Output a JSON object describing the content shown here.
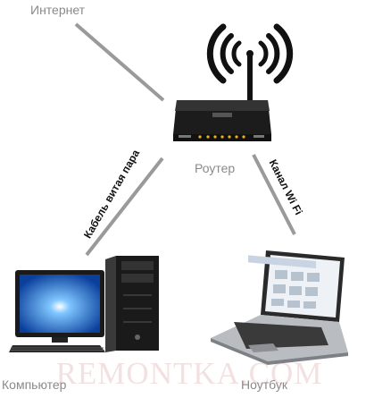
{
  "labels": {
    "internet": "Интернет",
    "router": "Роутер",
    "computer": "Компьютер",
    "laptop": "Ноутбук"
  },
  "edges": {
    "cable": "Кабель витая пара",
    "wifi": "Канал Wi Fi"
  },
  "watermark": "REMONTKA.COM",
  "colors": {
    "line": "#9a9a9a",
    "label": "#8a8a8a",
    "router_body": "#1c1c1c",
    "router_led": "#f2b21c",
    "screen": "#1b6fd8"
  }
}
